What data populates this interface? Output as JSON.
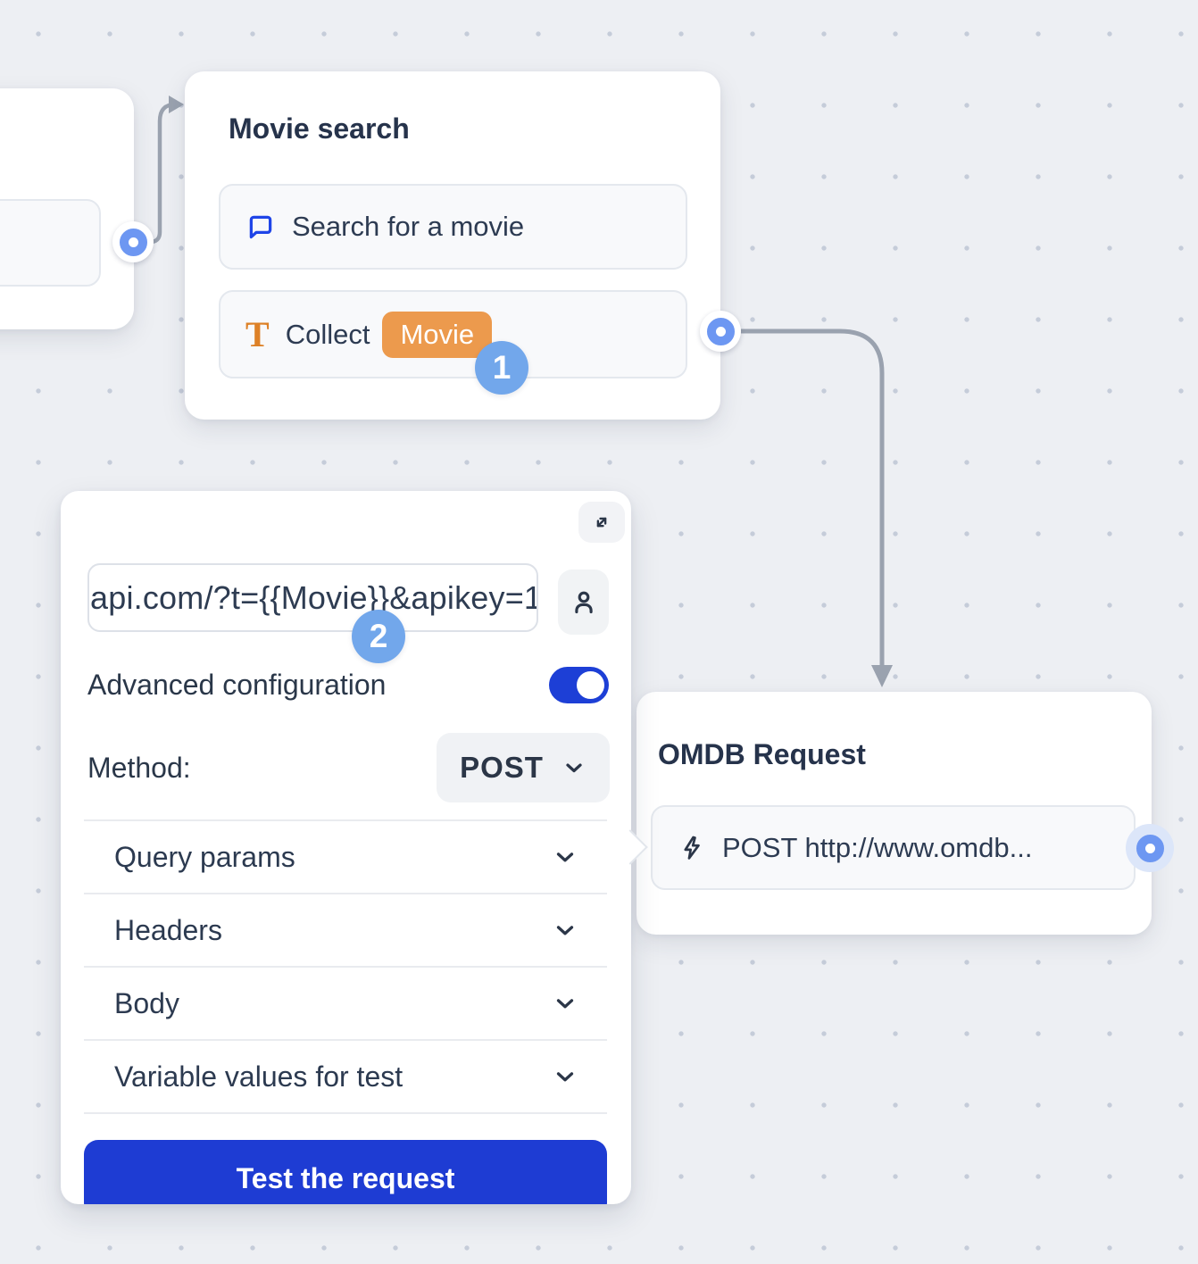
{
  "canvas": {
    "background": "#edeff3",
    "dot_color": "#c5ccd9",
    "connector_color": "#9aa2af"
  },
  "colors": {
    "accent_blue": "#1e3cd3",
    "toggle_blue": "#1d3fd6",
    "chat_icon_blue": "#1f45e8",
    "port_ring_blue": "#6d97f2",
    "step_badge_blue": "#72a7eb",
    "variable_badge_orange": "#ec9a4d",
    "text_icon_orange": "#dd8127",
    "text_dark": "#2a3749"
  },
  "movie_search_node": {
    "title": "Movie search",
    "rows": [
      {
        "icon": "chat-bubble-icon",
        "label": "Search for a movie"
      },
      {
        "icon": "text-icon",
        "label": "Collect",
        "variable_badge": "Movie"
      }
    ],
    "step_badge": "1"
  },
  "config_panel": {
    "expand_icon": "expand-icon",
    "url_input": {
      "value": "api.com/?t={{Movie}}&apikey=1"
    },
    "person_icon": "person-icon",
    "step_badge": "2",
    "advanced_configuration": {
      "label": "Advanced configuration",
      "enabled": true
    },
    "method": {
      "label": "Method:",
      "value": "POST"
    },
    "sections": [
      {
        "label": "Query params"
      },
      {
        "label": "Headers"
      },
      {
        "label": "Body"
      },
      {
        "label": "Variable values for test"
      }
    ],
    "test_button_label": "Test the request"
  },
  "omdb_node": {
    "title": "OMDB Request",
    "row": {
      "icon": "lightning-icon",
      "label": "POST http://www.omdb..."
    }
  }
}
